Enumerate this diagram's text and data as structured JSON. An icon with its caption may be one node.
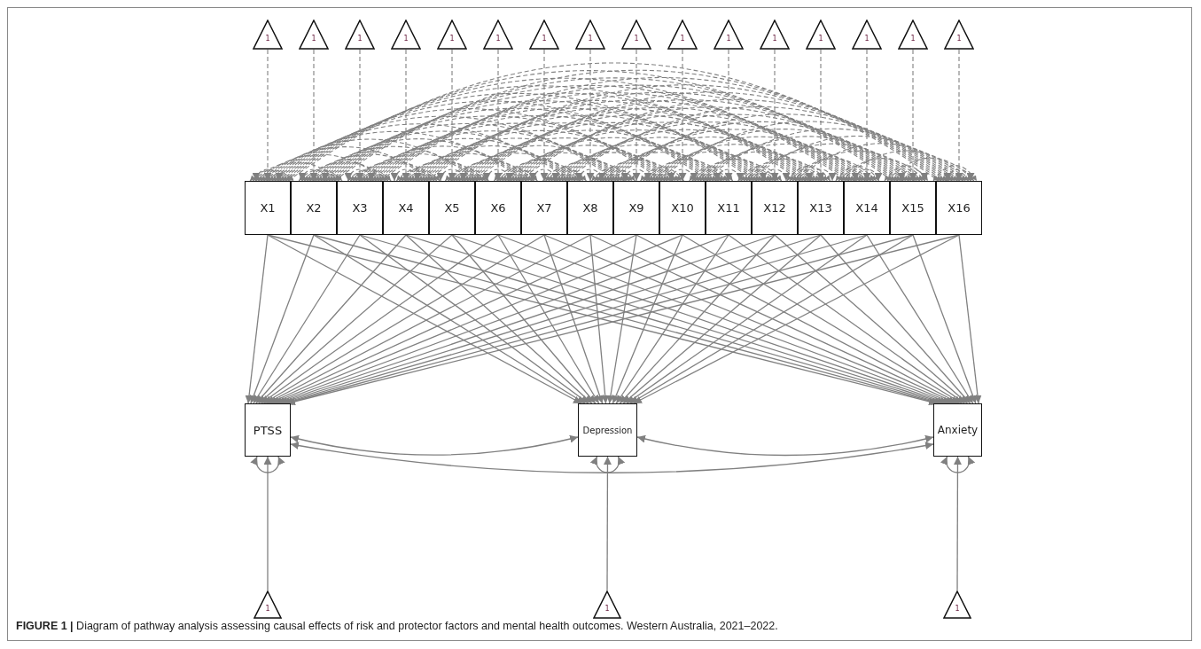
{
  "diagram": {
    "caption": "**FIGURE 1 |** Diagram of pathway analysis assessing causal effects of risk and protector factors and mental health outcomes. Western Australia, 2021–2022.",
    "nodes": [
      {
        "text": [
          "1"
        ]
      },
      {
        "text": [
          "1"
        ]
      },
      {
        "text": [
          "1"
        ]
      },
      {
        "text": [
          "1"
        ]
      },
      {
        "text": [
          "1"
        ]
      },
      {
        "text": [
          "1"
        ]
      },
      {
        "text": [
          "1"
        ]
      },
      {
        "text": [
          "1"
        ]
      },
      {
        "text": [
          "1"
        ]
      },
      {
        "text": [
          "1"
        ]
      },
      {
        "text": [
          "1"
        ]
      },
      {
        "text": [
          "1"
        ]
      },
      {
        "text": [
          "1"
        ]
      },
      {
        "text": [
          "1"
        ]
      },
      {
        "text": [
          "1"
        ]
      },
      {
        "text": [
          "1"
        ]
      },
      {
        "text": [
          "X1"
        ]
      },
      {
        "text": [
          "X2"
        ]
      },
      {
        "text": [
          "X3"
        ]
      },
      {
        "text": [
          "X4"
        ]
      },
      {
        "text": [
          "X5"
        ]
      },
      {
        "text": [
          "X6"
        ]
      },
      {
        "text": [
          "X7"
        ]
      },
      {
        "text": [
          "X8"
        ]
      },
      {
        "text": [
          "X9"
        ]
      },
      {
        "text": [
          "X10"
        ]
      },
      {
        "text": [
          "X11"
        ]
      },
      {
        "text": [
          "X12"
        ]
      },
      {
        "text": [
          "X13"
        ]
      },
      {
        "text": [
          "X14"
        ]
      },
      {
        "text": [
          "X15"
        ]
      },
      {
        "text": [
          "X16"
        ]
      },
      {
        "text": [
          "PTSS"
        ]
      },
      {
        "text": [
          "Depression"
        ]
      },
      {
        "text": [
          "Anxiety"
        ]
      },
      {
        "text": [
          "1"
        ]
      },
      {
        "text": [
          "1"
        ]
      },
      {
        "text": [
          "1"
        ]
      }
    ],
    "edges": [
      {
        "from": 0,
        "to": 16,
        "arrow": "to",
        "style": "dashed"
      },
      {
        "from": 1,
        "to": 17,
        "arrow": "to",
        "style": "dashed"
      },
      {
        "from": 2,
        "to": 18,
        "arrow": "to",
        "style": "dashed"
      },
      {
        "from": 3,
        "to": 19,
        "arrow": "to",
        "style": "dashed"
      },
      {
        "from": 4,
        "to": 20,
        "arrow": "to",
        "style": "dashed"
      },
      {
        "from": 5,
        "to": 21,
        "arrow": "to",
        "style": "dashed"
      },
      {
        "from": 6,
        "to": 22,
        "arrow": "to",
        "style": "dashed"
      },
      {
        "from": 7,
        "to": 23,
        "arrow": "to",
        "style": "dashed"
      },
      {
        "from": 8,
        "to": 24,
        "arrow": "to",
        "style": "dashed"
      },
      {
        "from": 9,
        "to": 25,
        "arrow": "to",
        "style": "dashed"
      },
      {
        "from": 10,
        "to": 26,
        "arrow": "to",
        "style": "dashed"
      },
      {
        "from": 11,
        "to": 27,
        "arrow": "to",
        "style": "dashed"
      },
      {
        "from": 12,
        "to": 28,
        "arrow": "to",
        "style": "dashed"
      },
      {
        "from": 13,
        "to": 29,
        "arrow": "to",
        "style": "dashed"
      },
      {
        "from": 14,
        "to": 30,
        "arrow": "to",
        "style": "dashed"
      },
      {
        "from": 15,
        "to": 31,
        "arrow": "to",
        "style": "dashed"
      },
      {
        "from": 16,
        "to": 16,
        "arrow": "both",
        "style": "dashed"
      },
      {
        "from": 17,
        "to": 17,
        "arrow": "both",
        "style": "dashed"
      },
      {
        "from": 18,
        "to": 18,
        "arrow": "both",
        "style": "dashed"
      },
      {
        "from": 19,
        "to": 19,
        "arrow": "both",
        "style": "dashed"
      },
      {
        "from": 20,
        "to": 20,
        "arrow": "both",
        "style": "dashed"
      },
      {
        "from": 21,
        "to": 21,
        "arrow": "both",
        "style": "dashed"
      },
      {
        "from": 22,
        "to": 22,
        "arrow": "both",
        "style": "dashed"
      },
      {
        "from": 23,
        "to": 23,
        "arrow": "both",
        "style": "dashed"
      },
      {
        "from": 24,
        "to": 24,
        "arrow": "both",
        "style": "dashed"
      },
      {
        "from": 25,
        "to": 25,
        "arrow": "both",
        "style": "dashed"
      },
      {
        "from": 26,
        "to": 26,
        "arrow": "both",
        "style": "dashed"
      },
      {
        "from": 27,
        "to": 27,
        "arrow": "both",
        "style": "dashed"
      },
      {
        "from": 28,
        "to": 28,
        "arrow": "both",
        "style": "dashed"
      },
      {
        "from": 29,
        "to": 29,
        "arrow": "both",
        "style": "dashed"
      },
      {
        "from": 30,
        "to": 30,
        "arrow": "both",
        "style": "dashed"
      },
      {
        "from": 31,
        "to": 31,
        "arrow": "both",
        "style": "dashed"
      },
      {
        "from": 16,
        "to": 17,
        "arrow": "both",
        "style": "dashed"
      },
      {
        "from": 16,
        "to": 18,
        "arrow": "both",
        "style": "dashed"
      },
      {
        "from": 16,
        "to": 19,
        "arrow": "both",
        "style": "dashed"
      },
      {
        "from": 16,
        "to": 20,
        "arrow": "both",
        "style": "dashed"
      },
      {
        "from": 16,
        "to": 21,
        "arrow": "both",
        "style": "dashed"
      },
      {
        "from": 16,
        "to": 22,
        "arrow": "both",
        "style": "dashed"
      },
      {
        "from": 16,
        "to": 23,
        "arrow": "both",
        "style": "dashed"
      },
      {
        "from": 16,
        "to": 24,
        "arrow": "both",
        "style": "dashed"
      },
      {
        "from": 16,
        "to": 25,
        "arrow": "both",
        "style": "dashed"
      },
      {
        "from": 16,
        "to": 26,
        "arrow": "both",
        "style": "dashed"
      },
      {
        "from": 16,
        "to": 27,
        "arrow": "both",
        "style": "dashed"
      },
      {
        "from": 16,
        "to": 28,
        "arrow": "both",
        "style": "dashed"
      },
      {
        "from": 16,
        "to": 29,
        "arrow": "both",
        "style": "dashed"
      },
      {
        "from": 16,
        "to": 30,
        "arrow": "both",
        "style": "dashed"
      },
      {
        "from": 16,
        "to": 31,
        "arrow": "both",
        "style": "dashed"
      },
      {
        "from": 17,
        "to": 18,
        "arrow": "both",
        "style": "dashed"
      },
      {
        "from": 17,
        "to": 19,
        "arrow": "both",
        "style": "dashed"
      },
      {
        "from": 17,
        "to": 20,
        "arrow": "both",
        "style": "dashed"
      },
      {
        "from": 17,
        "to": 21,
        "arrow": "both",
        "style": "dashed"
      },
      {
        "from": 17,
        "to": 22,
        "arrow": "both",
        "style": "dashed"
      },
      {
        "from": 17,
        "to": 23,
        "arrow": "both",
        "style": "dashed"
      },
      {
        "from": 17,
        "to": 24,
        "arrow": "both",
        "style": "dashed"
      },
      {
        "from": 17,
        "to": 25,
        "arrow": "both",
        "style": "dashed"
      },
      {
        "from": 17,
        "to": 26,
        "arrow": "both",
        "style": "dashed"
      },
      {
        "from": 17,
        "to": 27,
        "arrow": "both",
        "style": "dashed"
      },
      {
        "from": 17,
        "to": 28,
        "arrow": "both",
        "style": "dashed"
      },
      {
        "from": 17,
        "to": 29,
        "arrow": "both",
        "style": "dashed"
      },
      {
        "from": 17,
        "to": 30,
        "arrow": "both",
        "style": "dashed"
      },
      {
        "from": 17,
        "to": 31,
        "arrow": "both",
        "style": "dashed"
      },
      {
        "from": 18,
        "to": 19,
        "arrow": "both",
        "style": "dashed"
      },
      {
        "from": 18,
        "to": 20,
        "arrow": "both",
        "style": "dashed"
      },
      {
        "from": 18,
        "to": 21,
        "arrow": "both",
        "style": "dashed"
      },
      {
        "from": 18,
        "to": 22,
        "arrow": "both",
        "style": "dashed"
      },
      {
        "from": 18,
        "to": 23,
        "arrow": "both",
        "style": "dashed"
      },
      {
        "from": 18,
        "to": 24,
        "arrow": "both",
        "style": "dashed"
      },
      {
        "from": 18,
        "to": 25,
        "arrow": "both",
        "style": "dashed"
      },
      {
        "from": 18,
        "to": 26,
        "arrow": "both",
        "style": "dashed"
      },
      {
        "from": 18,
        "to": 27,
        "arrow": "both",
        "style": "dashed"
      },
      {
        "from": 18,
        "to": 28,
        "arrow": "both",
        "style": "dashed"
      },
      {
        "from": 18,
        "to": 29,
        "arrow": "both",
        "style": "dashed"
      },
      {
        "from": 18,
        "to": 30,
        "arrow": "both",
        "style": "dashed"
      },
      {
        "from": 18,
        "to": 31,
        "arrow": "both",
        "style": "dashed"
      },
      {
        "from": 19,
        "to": 20,
        "arrow": "both",
        "style": "dashed"
      },
      {
        "from": 19,
        "to": 21,
        "arrow": "both",
        "style": "dashed"
      },
      {
        "from": 19,
        "to": 22,
        "arrow": "both",
        "style": "dashed"
      },
      {
        "from": 19,
        "to": 23,
        "arrow": "both",
        "style": "dashed"
      },
      {
        "from": 19,
        "to": 24,
        "arrow": "both",
        "style": "dashed"
      },
      {
        "from": 19,
        "to": 25,
        "arrow": "both",
        "style": "dashed"
      },
      {
        "from": 19,
        "to": 26,
        "arrow": "both",
        "style": "dashed"
      },
      {
        "from": 19,
        "to": 27,
        "arrow": "both",
        "style": "dashed"
      },
      {
        "from": 19,
        "to": 28,
        "arrow": "both",
        "style": "dashed"
      },
      {
        "from": 19,
        "to": 29,
        "arrow": "both",
        "style": "dashed"
      },
      {
        "from": 19,
        "to": 30,
        "arrow": "both",
        "style": "dashed"
      },
      {
        "from": 19,
        "to": 31,
        "arrow": "both",
        "style": "dashed"
      },
      {
        "from": 20,
        "to": 21,
        "arrow": "both",
        "style": "dashed"
      },
      {
        "from": 20,
        "to": 22,
        "arrow": "both",
        "style": "dashed"
      },
      {
        "from": 20,
        "to": 23,
        "arrow": "both",
        "style": "dashed"
      },
      {
        "from": 20,
        "to": 24,
        "arrow": "both",
        "style": "dashed"
      },
      {
        "from": 20,
        "to": 25,
        "arrow": "both",
        "style": "dashed"
      },
      {
        "from": 20,
        "to": 26,
        "arrow": "both",
        "style": "dashed"
      },
      {
        "from": 20,
        "to": 27,
        "arrow": "both",
        "style": "dashed"
      },
      {
        "from": 20,
        "to": 28,
        "arrow": "both",
        "style": "dashed"
      },
      {
        "from": 20,
        "to": 29,
        "arrow": "both",
        "style": "dashed"
      },
      {
        "from": 20,
        "to": 30,
        "arrow": "both",
        "style": "dashed"
      },
      {
        "from": 20,
        "to": 31,
        "arrow": "both",
        "style": "dashed"
      },
      {
        "from": 21,
        "to": 22,
        "arrow": "both",
        "style": "dashed"
      },
      {
        "from": 21,
        "to": 23,
        "arrow": "both",
        "style": "dashed"
      },
      {
        "from": 21,
        "to": 24,
        "arrow": "both",
        "style": "dashed"
      },
      {
        "from": 21,
        "to": 25,
        "arrow": "both",
        "style": "dashed"
      },
      {
        "from": 21,
        "to": 26,
        "arrow": "both",
        "style": "dashed"
      },
      {
        "from": 21,
        "to": 27,
        "arrow": "both",
        "style": "dashed"
      },
      {
        "from": 21,
        "to": 28,
        "arrow": "both",
        "style": "dashed"
      },
      {
        "from": 21,
        "to": 29,
        "arrow": "both",
        "style": "dashed"
      },
      {
        "from": 21,
        "to": 30,
        "arrow": "both",
        "style": "dashed"
      },
      {
        "from": 21,
        "to": 31,
        "arrow": "both",
        "style": "dashed"
      },
      {
        "from": 22,
        "to": 23,
        "arrow": "both",
        "style": "dashed"
      },
      {
        "from": 22,
        "to": 24,
        "arrow": "both",
        "style": "dashed"
      },
      {
        "from": 22,
        "to": 25,
        "arrow": "both",
        "style": "dashed"
      },
      {
        "from": 22,
        "to": 26,
        "arrow": "both",
        "style": "dashed"
      },
      {
        "from": 22,
        "to": 27,
        "arrow": "both",
        "style": "dashed"
      },
      {
        "from": 22,
        "to": 28,
        "arrow": "both",
        "style": "dashed"
      },
      {
        "from": 22,
        "to": 29,
        "arrow": "both",
        "style": "dashed"
      },
      {
        "from": 22,
        "to": 30,
        "arrow": "both",
        "style": "dashed"
      },
      {
        "from": 22,
        "to": 31,
        "arrow": "both",
        "style": "dashed"
      },
      {
        "from": 23,
        "to": 24,
        "arrow": "both",
        "style": "dashed"
      },
      {
        "from": 23,
        "to": 25,
        "arrow": "both",
        "style": "dashed"
      },
      {
        "from": 23,
        "to": 26,
        "arrow": "both",
        "style": "dashed"
      },
      {
        "from": 23,
        "to": 27,
        "arrow": "both",
        "style": "dashed"
      },
      {
        "from": 23,
        "to": 28,
        "arrow": "both",
        "style": "dashed"
      },
      {
        "from": 23,
        "to": 29,
        "arrow": "both",
        "style": "dashed"
      },
      {
        "from": 23,
        "to": 30,
        "arrow": "both",
        "style": "dashed"
      },
      {
        "from": 23,
        "to": 31,
        "arrow": "both",
        "style": "dashed"
      },
      {
        "from": 24,
        "to": 25,
        "arrow": "both",
        "style": "dashed"
      },
      {
        "from": 24,
        "to": 26,
        "arrow": "both",
        "style": "dashed"
      },
      {
        "from": 24,
        "to": 27,
        "arrow": "both",
        "style": "dashed"
      },
      {
        "from": 24,
        "to": 28,
        "arrow": "both",
        "style": "dashed"
      },
      {
        "from": 24,
        "to": 29,
        "arrow": "both",
        "style": "dashed"
      },
      {
        "from": 24,
        "to": 30,
        "arrow": "both",
        "style": "dashed"
      },
      {
        "from": 24,
        "to": 31,
        "arrow": "both",
        "style": "dashed"
      },
      {
        "from": 25,
        "to": 26,
        "arrow": "both",
        "style": "dashed"
      },
      {
        "from": 25,
        "to": 27,
        "arrow": "both",
        "style": "dashed"
      },
      {
        "from": 25,
        "to": 28,
        "arrow": "both",
        "style": "dashed"
      },
      {
        "from": 25,
        "to": 29,
        "arrow": "both",
        "style": "dashed"
      },
      {
        "from": 25,
        "to": 30,
        "arrow": "both",
        "style": "dashed"
      },
      {
        "from": 25,
        "to": 31,
        "arrow": "both",
        "style": "dashed"
      },
      {
        "from": 26,
        "to": 27,
        "arrow": "both",
        "style": "dashed"
      },
      {
        "from": 26,
        "to": 28,
        "arrow": "both",
        "style": "dashed"
      },
      {
        "from": 26,
        "to": 29,
        "arrow": "both",
        "style": "dashed"
      },
      {
        "from": 26,
        "to": 30,
        "arrow": "both",
        "style": "dashed"
      },
      {
        "from": 26,
        "to": 31,
        "arrow": "both",
        "style": "dashed"
      },
      {
        "from": 27,
        "to": 28,
        "arrow": "both",
        "style": "dashed"
      },
      {
        "from": 27,
        "to": 29,
        "arrow": "both",
        "style": "dashed"
      },
      {
        "from": 27,
        "to": 30,
        "arrow": "both",
        "style": "dashed"
      },
      {
        "from": 27,
        "to": 31,
        "arrow": "both",
        "style": "dashed"
      },
      {
        "from": 28,
        "to": 29,
        "arrow": "both",
        "style": "dashed"
      },
      {
        "from": 28,
        "to": 30,
        "arrow": "both",
        "style": "dashed"
      },
      {
        "from": 28,
        "to": 31,
        "arrow": "both",
        "style": "dashed"
      },
      {
        "from": 29,
        "to": 30,
        "arrow": "both",
        "style": "dashed"
      },
      {
        "from": 29,
        "to": 31,
        "arrow": "both",
        "style": "dashed"
      },
      {
        "from": 30,
        "to": 31,
        "arrow": "both",
        "style": "dashed"
      },
      {
        "from": 16,
        "to": 32,
        "arrow": "to"
      },
      {
        "from": 16,
        "to": 33,
        "arrow": "to"
      },
      {
        "from": 16,
        "to": 34,
        "arrow": "to"
      },
      {
        "from": 17,
        "to": 32,
        "arrow": "to"
      },
      {
        "from": 17,
        "to": 33,
        "arrow": "to"
      },
      {
        "from": 17,
        "to": 34,
        "arrow": "to"
      },
      {
        "from": 18,
        "to": 32,
        "arrow": "to"
      },
      {
        "from": 18,
        "to": 33,
        "arrow": "to"
      },
      {
        "from": 18,
        "to": 34,
        "arrow": "to"
      },
      {
        "from": 19,
        "to": 32,
        "arrow": "to"
      },
      {
        "from": 19,
        "to": 33,
        "arrow": "to"
      },
      {
        "from": 19,
        "to": 34,
        "arrow": "to"
      },
      {
        "from": 20,
        "to": 32,
        "arrow": "to"
      },
      {
        "from": 20,
        "to": 33,
        "arrow": "to"
      },
      {
        "from": 20,
        "to": 34,
        "arrow": "to"
      },
      {
        "from": 21,
        "to": 32,
        "arrow": "to"
      },
      {
        "from": 21,
        "to": 33,
        "arrow": "to"
      },
      {
        "from": 21,
        "to": 34,
        "arrow": "to"
      },
      {
        "from": 22,
        "to": 32,
        "arrow": "to"
      },
      {
        "from": 22,
        "to": 33,
        "arrow": "to"
      },
      {
        "from": 22,
        "to": 34,
        "arrow": "to"
      },
      {
        "from": 23,
        "to": 32,
        "arrow": "to"
      },
      {
        "from": 23,
        "to": 33,
        "arrow": "to"
      },
      {
        "from": 23,
        "to": 34,
        "arrow": "to"
      },
      {
        "from": 24,
        "to": 32,
        "arrow": "to"
      },
      {
        "from": 24,
        "to": 33,
        "arrow": "to"
      },
      {
        "from": 24,
        "to": 34,
        "arrow": "to"
      },
      {
        "from": 25,
        "to": 32,
        "arrow": "to"
      },
      {
        "from": 25,
        "to": 33,
        "arrow": "to"
      },
      {
        "from": 25,
        "to": 34,
        "arrow": "to"
      },
      {
        "from": 26,
        "to": 32,
        "arrow": "to"
      },
      {
        "from": 26,
        "to": 33,
        "arrow": "to"
      },
      {
        "from": 26,
        "to": 34,
        "arrow": "to"
      },
      {
        "from": 27,
        "to": 32,
        "arrow": "to"
      },
      {
        "from": 27,
        "to": 33,
        "arrow": "to"
      },
      {
        "from": 27,
        "to": 34,
        "arrow": "to"
      },
      {
        "from": 28,
        "to": 32,
        "arrow": "to"
      },
      {
        "from": 28,
        "to": 33,
        "arrow": "to"
      },
      {
        "from": 28,
        "to": 34,
        "arrow": "to"
      },
      {
        "from": 29,
        "to": 32,
        "arrow": "to"
      },
      {
        "from": 29,
        "to": 33,
        "arrow": "to"
      },
      {
        "from": 29,
        "to": 34,
        "arrow": "to"
      },
      {
        "from": 30,
        "to": 32,
        "arrow": "to"
      },
      {
        "from": 30,
        "to": 33,
        "arrow": "to"
      },
      {
        "from": 30,
        "to": 34,
        "arrow": "to"
      },
      {
        "from": 31,
        "to": 32,
        "arrow": "to"
      },
      {
        "from": 31,
        "to": 33,
        "arrow": "to"
      },
      {
        "from": 31,
        "to": 34,
        "arrow": "to"
      },
      {
        "from": 32,
        "to": 33,
        "arrow": "both"
      },
      {
        "from": 32,
        "to": 34,
        "arrow": "both"
      },
      {
        "from": 33,
        "to": 34,
        "arrow": "both"
      },
      {
        "from": 32,
        "to": 32,
        "arrow": "both"
      },
      {
        "from": 33,
        "to": 33,
        "arrow": "both"
      },
      {
        "from": 34,
        "to": 34,
        "arrow": "both"
      },
      {
        "from": 35,
        "to": 32,
        "arrow": "to"
      },
      {
        "from": 36,
        "to": 33,
        "arrow": "to"
      },
      {
        "from": 37,
        "to": 34,
        "arrow": "to"
      }
    ]
  }
}
